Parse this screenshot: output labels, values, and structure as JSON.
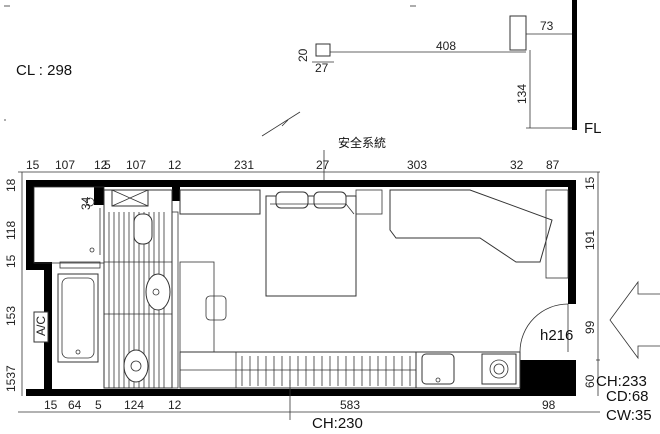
{
  "labels": {
    "cl": "CL : 298",
    "fl": "FL",
    "safety": "安全系統",
    "h216": "h216",
    "ch230": "CH:230",
    "ch233": "CH:233",
    "cd68": "CD:68",
    "cw35": "CW:35",
    "ac": "A/C"
  },
  "elevation": {
    "d73": "73",
    "d408": "408",
    "d134": "134",
    "d20": "20",
    "d27": "27"
  },
  "top_dims": [
    "15",
    "107",
    "12",
    "5",
    "107",
    "12",
    "231",
    "27",
    "303",
    "32",
    "87"
  ],
  "bottom_dims": [
    "15",
    "64",
    "5",
    "124",
    "12",
    "583",
    "98"
  ],
  "left_dims": [
    "18",
    "118",
    "34",
    "15",
    "153",
    "1537"
  ],
  "right_dims": [
    "15",
    "191",
    "99",
    "60"
  ]
}
